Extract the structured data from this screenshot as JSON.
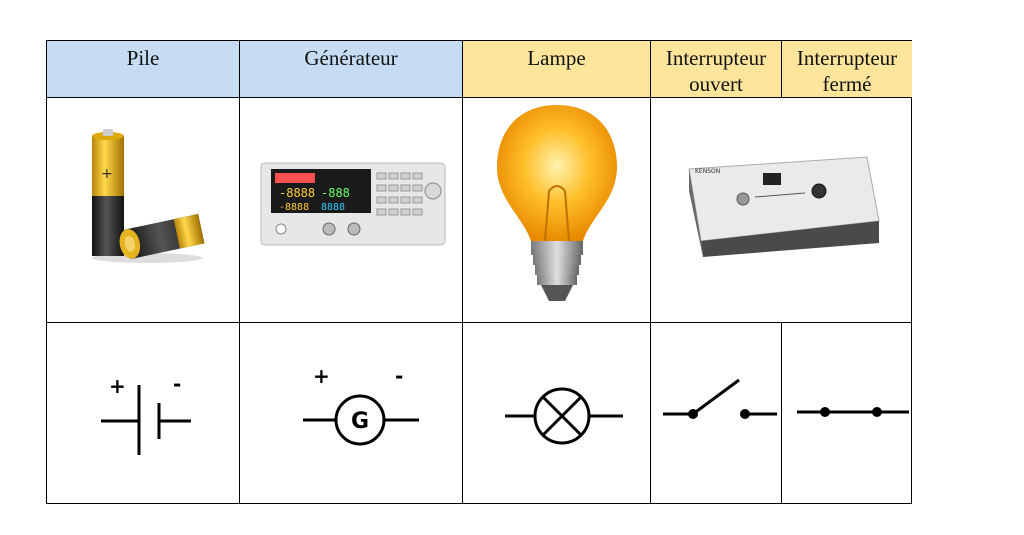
{
  "table": {
    "headers": {
      "pile": "Pile",
      "generateur": "Générateur",
      "lampe": "Lampe",
      "interrupteur_ouvert": "Interrupteur ouvert",
      "interrupteur_ferme": "Interrupteur fermé"
    },
    "photos": [
      "battery-photo",
      "function-generator-photo",
      "light-bulb-photo",
      "switch-box-photo"
    ],
    "symbols": {
      "pile": {
        "plus": "+",
        "minus": "-"
      },
      "generateur": {
        "plus": "+",
        "minus": "-",
        "letter": "G"
      },
      "lampe": "lamp-symbol",
      "interrupteur_ouvert": "open-switch-symbol",
      "interrupteur_ferme": "closed-switch-symbol"
    }
  },
  "colors": {
    "header_blue": "#c6dcf2",
    "header_yellow": "#fde59b"
  }
}
